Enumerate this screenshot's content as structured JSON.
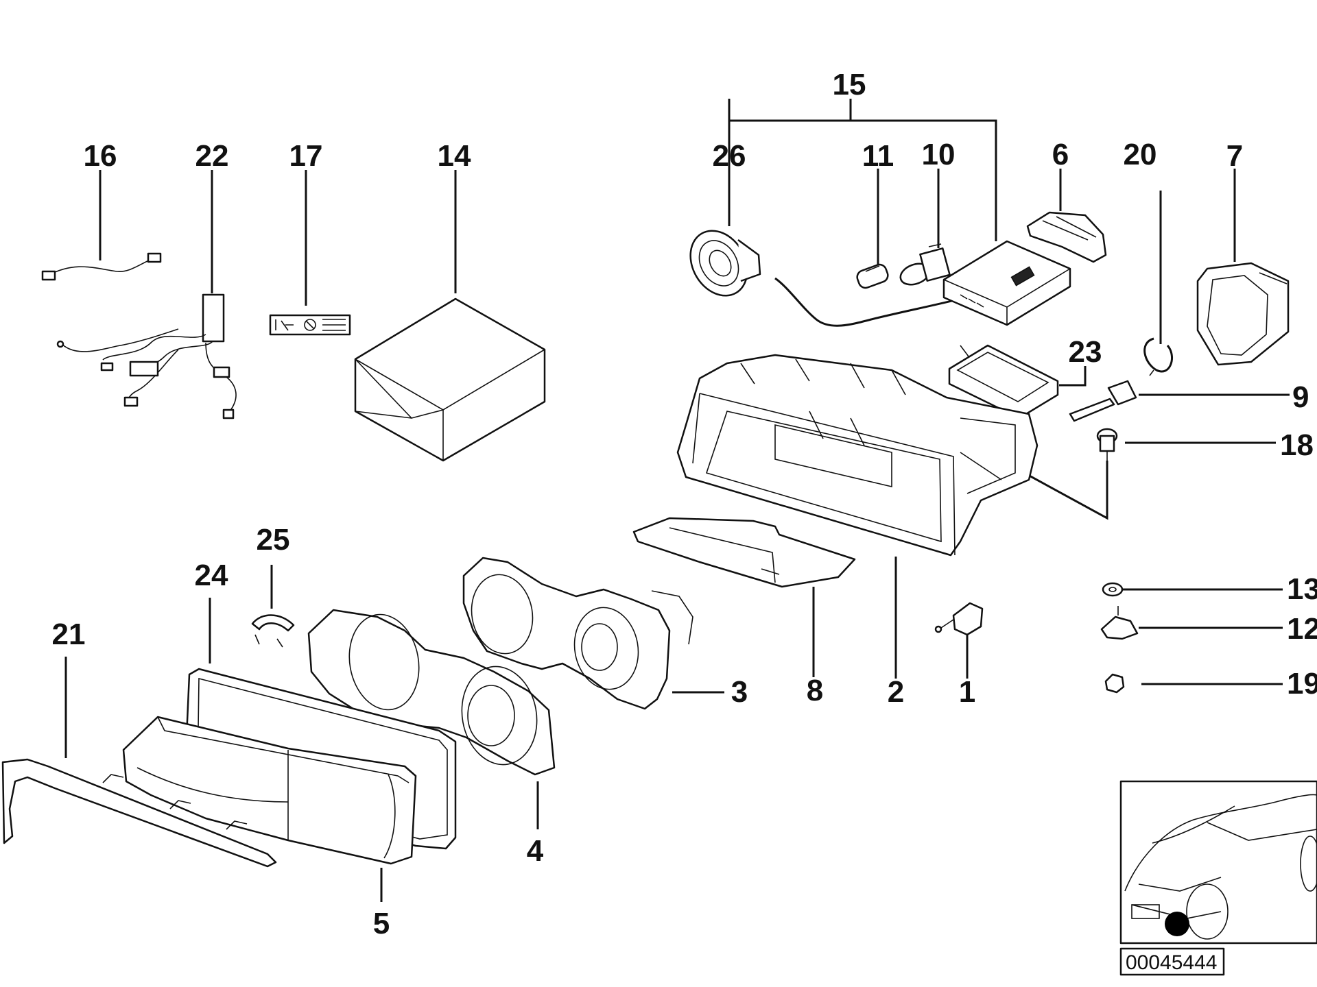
{
  "diagram": {
    "callouts": [
      {
        "id": "c15",
        "label": "15"
      },
      {
        "id": "c16",
        "label": "16"
      },
      {
        "id": "c22",
        "label": "22"
      },
      {
        "id": "c17",
        "label": "17"
      },
      {
        "id": "c14",
        "label": "14"
      },
      {
        "id": "c26",
        "label": "26"
      },
      {
        "id": "c11",
        "label": "11"
      },
      {
        "id": "c10",
        "label": "10"
      },
      {
        "id": "c6",
        "label": "6"
      },
      {
        "id": "c20",
        "label": "20"
      },
      {
        "id": "c7",
        "label": "7"
      },
      {
        "id": "c23",
        "label": "23"
      },
      {
        "id": "c9",
        "label": "9"
      },
      {
        "id": "c18",
        "label": "18"
      },
      {
        "id": "c25",
        "label": "25"
      },
      {
        "id": "c24",
        "label": "24"
      },
      {
        "id": "c21",
        "label": "21"
      },
      {
        "id": "c3",
        "label": "3"
      },
      {
        "id": "c8",
        "label": "8"
      },
      {
        "id": "c2",
        "label": "2"
      },
      {
        "id": "c1",
        "label": "1"
      },
      {
        "id": "c13",
        "label": "13"
      },
      {
        "id": "c12",
        "label": "12"
      },
      {
        "id": "c19",
        "label": "19"
      },
      {
        "id": "c4",
        "label": "4"
      },
      {
        "id": "c5",
        "label": "5"
      }
    ],
    "reference_number": "00045444"
  }
}
